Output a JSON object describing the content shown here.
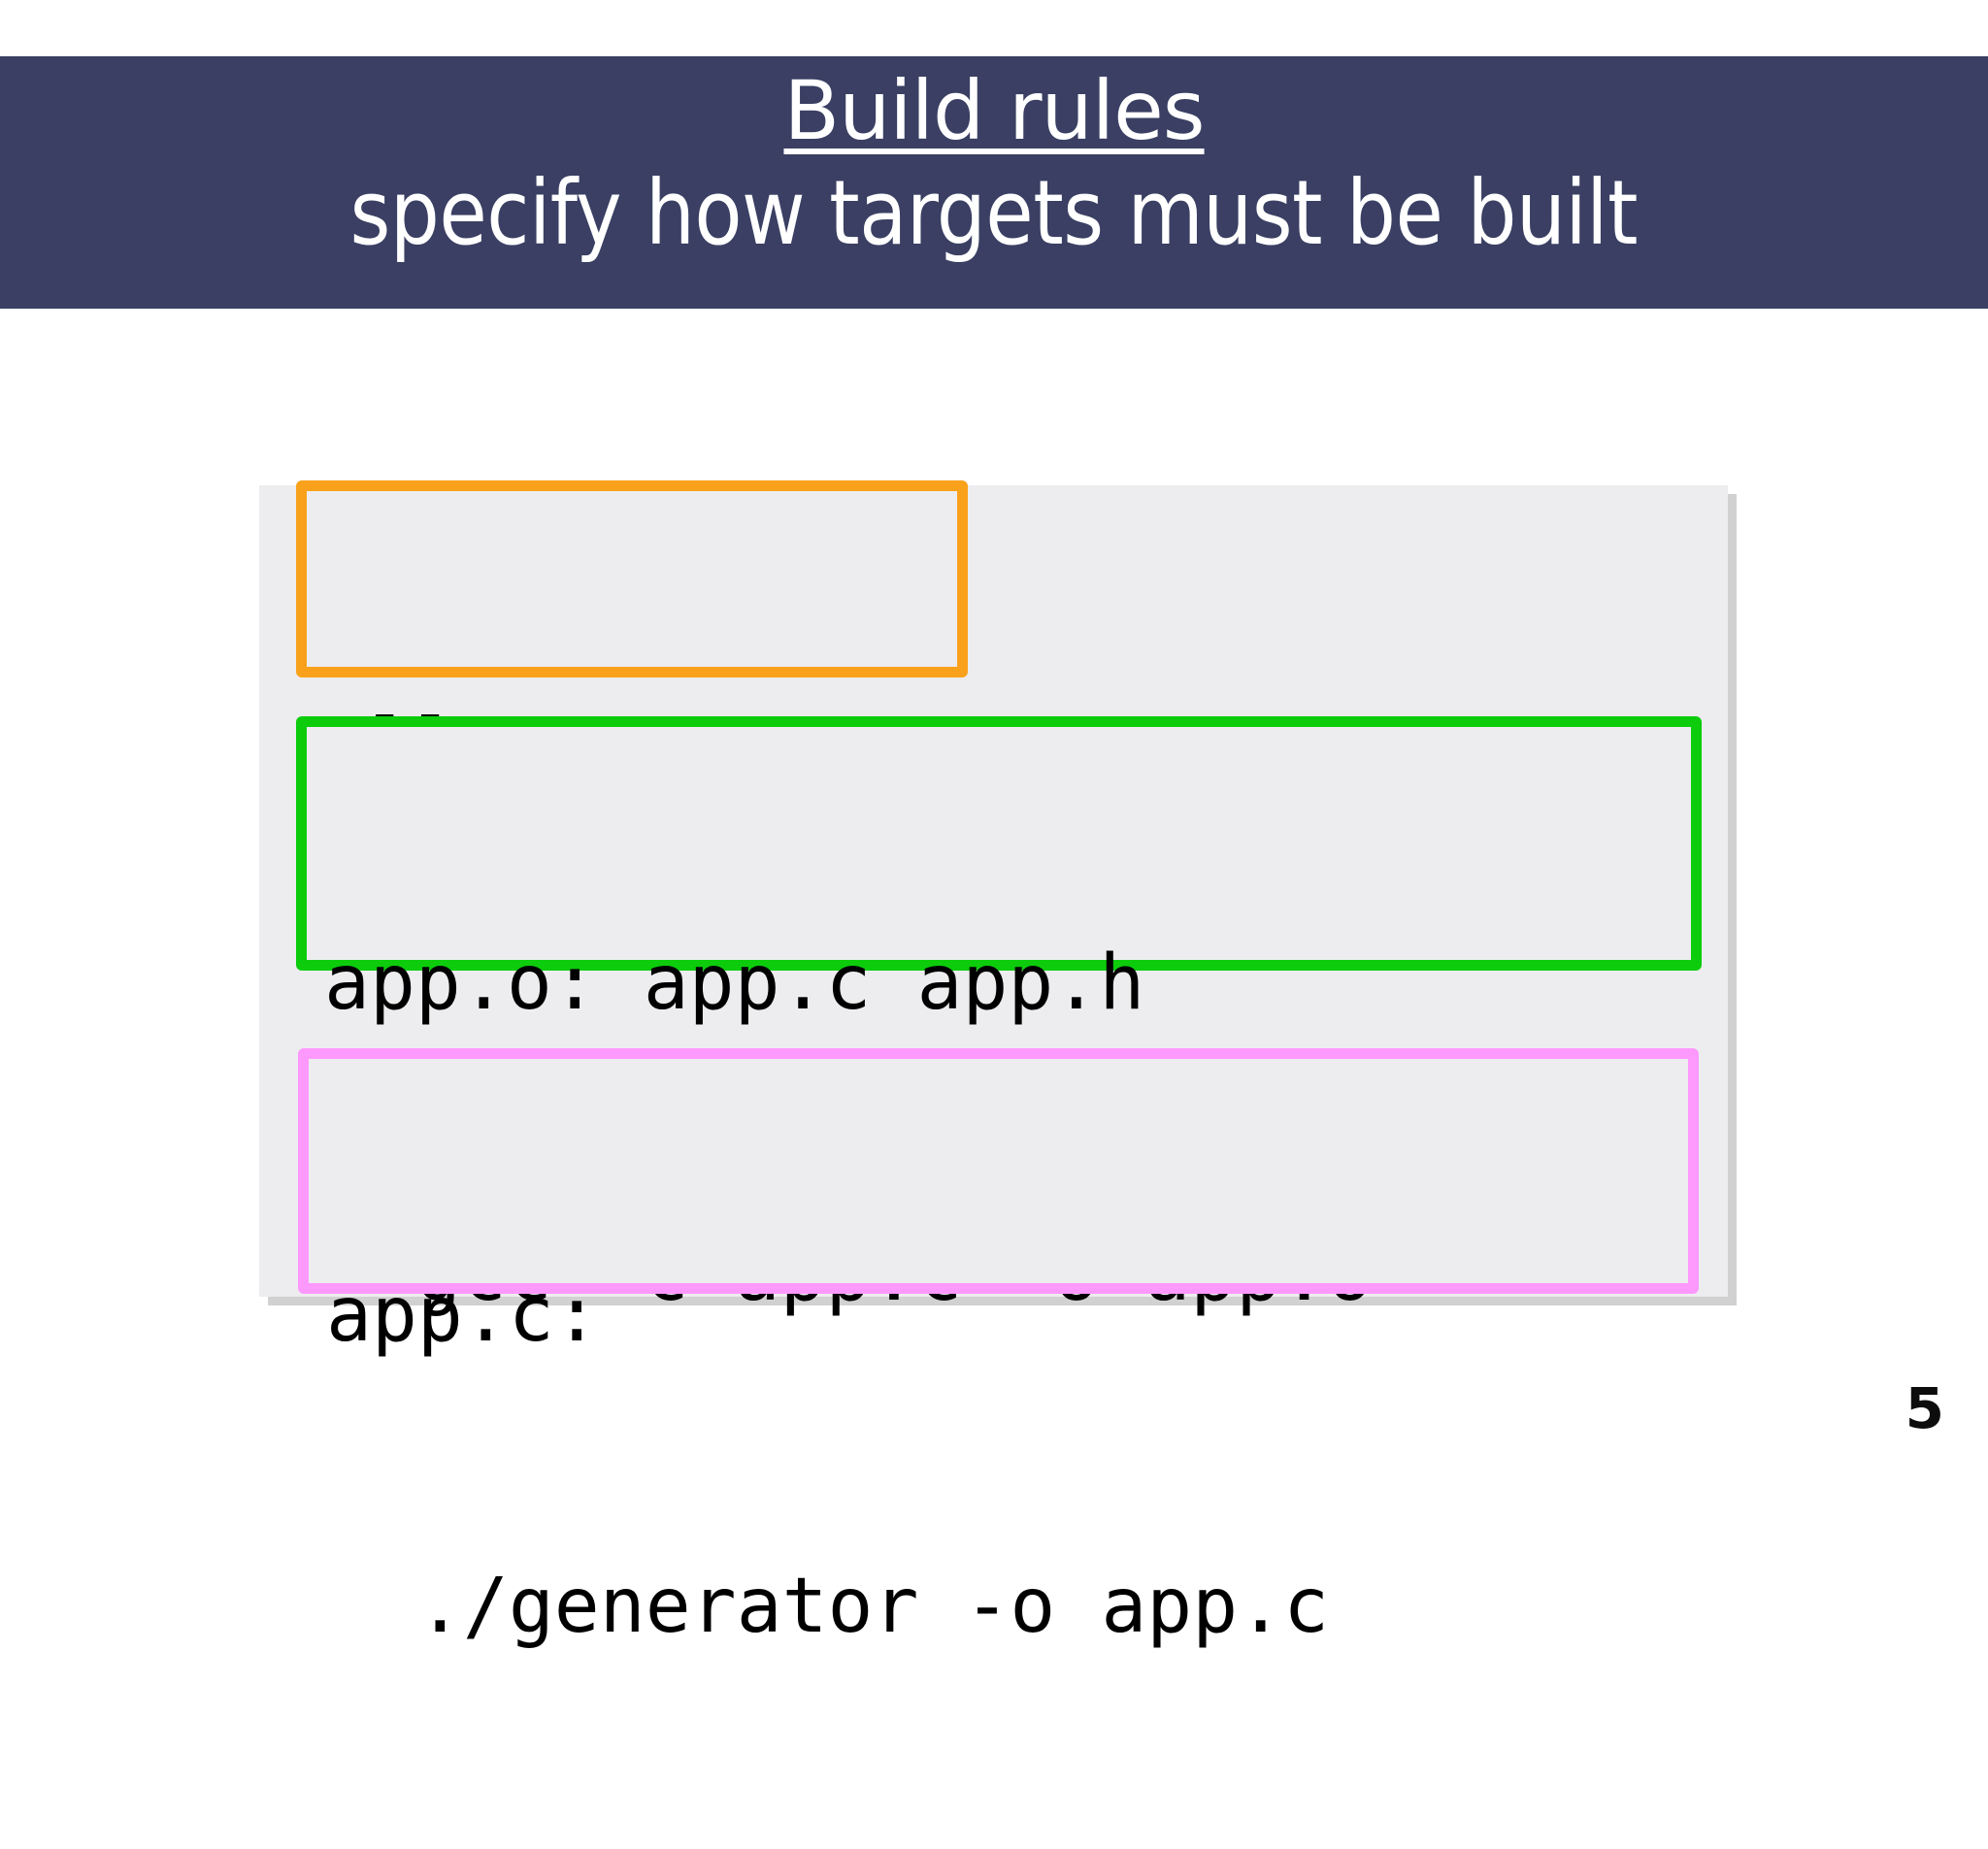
{
  "slide": {
    "title": {
      "line1": "Build rules",
      "line2": "specify how targets must be built",
      "banner_color": "#3a3f63",
      "text_color": "#ffffff"
    },
    "page_number": "5",
    "code_panel": {
      "background_color": "#ededef",
      "rules": [
        {
          "id": "all",
          "highlight_color": "#f9a11b",
          "highlight_name": "orange",
          "lines": [
            "all: app.o"
          ]
        },
        {
          "id": "app-o",
          "highlight_color": "#0ccc0c",
          "highlight_name": "green",
          "lines": [
            "app.o: app.c app.h",
            "  gcc -c app.c -o app.o"
          ]
        },
        {
          "id": "app-c",
          "highlight_color": "#fd98fd",
          "highlight_name": "pink",
          "lines": [
            "app.c:",
            "  ./generator -o app.c"
          ]
        }
      ]
    }
  }
}
